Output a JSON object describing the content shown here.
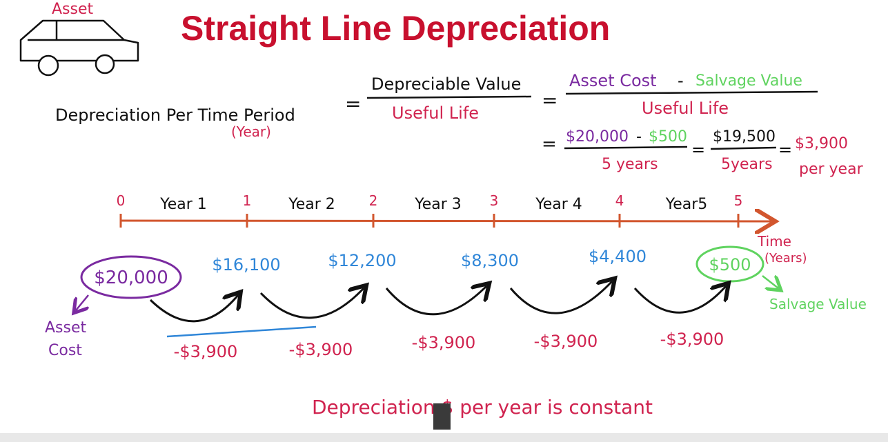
{
  "title": "Straight Line Depreciation",
  "asset_label": "Asset",
  "formula": {
    "lhs_main": "Depreciation Per Time Period",
    "lhs_sub": "(Year)",
    "eq": "=",
    "frac1_num": "Depreciable Value",
    "frac1_den": "Useful Life",
    "frac2_num_a": "Asset Cost",
    "frac2_num_dash": "-",
    "frac2_num_b": "Salvage Value",
    "frac2_den": "Useful Life",
    "calc_num_a": "$20,000",
    "calc_num_dash": "-",
    "calc_num_b": "$500",
    "calc_den": "5 years",
    "calc2_num": "$19,500",
    "calc2_den": "5years",
    "result_a": "$3,900",
    "result_b": "per year"
  },
  "timeline": {
    "ticks": [
      "0",
      "1",
      "2",
      "3",
      "4",
      "5"
    ],
    "years": [
      "Year 1",
      "Year 2",
      "Year 3",
      "Year 4",
      "Year5"
    ],
    "axis_label_a": "Time",
    "axis_label_b": "(Years)"
  },
  "values": {
    "start": "$20,000",
    "mid": [
      "$16,100",
      "$12,200",
      "$8,300",
      "$4,400"
    ],
    "end": "$500",
    "deductions": [
      "-$3,900",
      "-$3,900",
      "-$3,900",
      "-$3,900",
      "-$3,900"
    ]
  },
  "notes": {
    "asset_cost_a": "Asset",
    "asset_cost_b": "Cost",
    "salvage": "Salvage Value",
    "constant": "Depreciation $ per year is constant"
  },
  "colors": {
    "title": "#c8102e",
    "red": "#d0234f",
    "purple": "#7a2aa0",
    "green": "#5fd35f",
    "blue": "#2f86d8",
    "black": "#111111",
    "axis": "#d2562e"
  }
}
